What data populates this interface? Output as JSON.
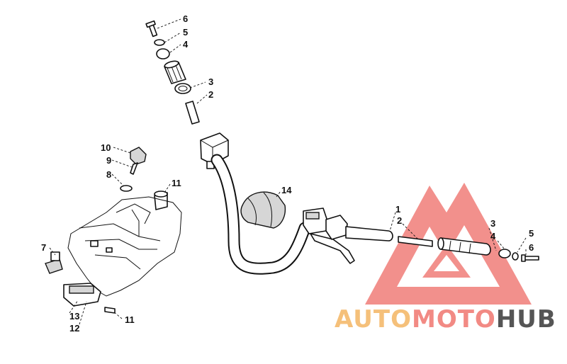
{
  "diagram": {
    "callouts": [
      {
        "id": "top-6",
        "text": "6"
      },
      {
        "id": "top-5",
        "text": "5"
      },
      {
        "id": "top-4",
        "text": "4"
      },
      {
        "id": "top-3",
        "text": "3"
      },
      {
        "id": "top-2",
        "text": "2"
      },
      {
        "id": "key-10",
        "text": "10"
      },
      {
        "id": "key-9",
        "text": "9"
      },
      {
        "id": "ring-8",
        "text": "8"
      },
      {
        "id": "socket-11a",
        "text": "11"
      },
      {
        "id": "cap-7",
        "text": "7"
      },
      {
        "id": "gauge-13",
        "text": "13"
      },
      {
        "id": "gauge-12",
        "text": "12"
      },
      {
        "id": "clip-11b",
        "text": "11"
      },
      {
        "id": "pad-14",
        "text": "14"
      },
      {
        "id": "right-1",
        "text": "1"
      },
      {
        "id": "right-2",
        "text": "2"
      },
      {
        "id": "right-3",
        "text": "3"
      },
      {
        "id": "right-4",
        "text": "4"
      },
      {
        "id": "right-5",
        "text": "5"
      },
      {
        "id": "right-6",
        "text": "6"
      }
    ]
  },
  "watermark": {
    "word_part1": "AUTO",
    "word_part2": "MOTO",
    "word_part3": "HUB",
    "colors": {
      "triangle": "#f07d78",
      "part1": "#f5c07a",
      "part2": "#f28a84",
      "part3": "#555555"
    }
  }
}
